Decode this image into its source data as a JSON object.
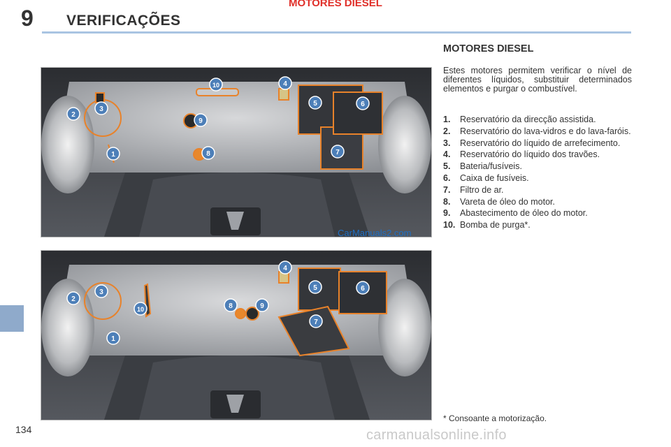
{
  "header": {
    "top_label": "MOTORES DIESEL",
    "chapter_number": "9",
    "chapter_title": "VERIFICAÇÕES"
  },
  "section": {
    "title": "MOTORES DIESEL",
    "intro": "Estes motores permitem verificar o nível de diferentes líquidos, substituir determinados elementos e purgar o combustível."
  },
  "legend": [
    {
      "num": "1.",
      "text": "Reservatório da direcção assistida."
    },
    {
      "num": "2.",
      "text": "Reservatório do lava-vidros e do lava-faróis."
    },
    {
      "num": "3.",
      "text": "Reservatório do líquido de arrefecimento."
    },
    {
      "num": "4.",
      "text": "Reservatório do líquido dos travões."
    },
    {
      "num": "5.",
      "text": "Bateria/fusíveis."
    },
    {
      "num": "6.",
      "text": "Caixa de fusíveis."
    },
    {
      "num": "7.",
      "text": "Filtro de ar."
    },
    {
      "num": "8.",
      "text": "Vareta de óleo do motor."
    },
    {
      "num": "9.",
      "text": "Abastecimento de óleo do motor."
    },
    {
      "num": "10.",
      "text": "Bomba de purga*."
    }
  ],
  "footnote": "* Consoante a motorização.",
  "page_number": "134",
  "photo_watermark": "CarManuals2.com",
  "site_watermark": "carmanualsonline.info",
  "photo1_callouts": [
    "1",
    "2",
    "3",
    "4",
    "5",
    "6",
    "7",
    "8",
    "9",
    "10"
  ],
  "photo2_callouts": [
    "1",
    "2",
    "3",
    "4",
    "5",
    "6",
    "7",
    "8",
    "9",
    "10"
  ],
  "colors": {
    "accent_red": "#e0302a",
    "header_rule": "#a9c4e2",
    "side_tab": "#8faacb",
    "callout_fill": "#4d7fb8",
    "highlight_outline": "#e8822a"
  }
}
